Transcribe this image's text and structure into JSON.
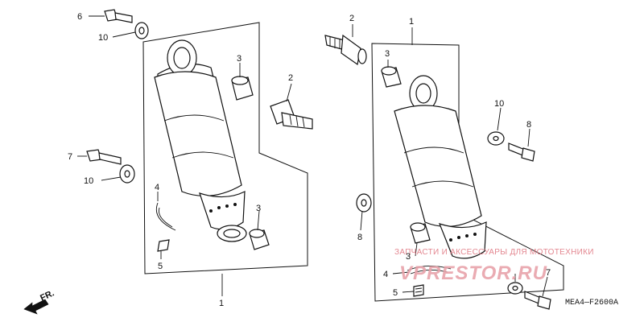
{
  "diagram": {
    "callouts": {
      "left_1": "1",
      "left_3_top": "3",
      "left_3_bottom": "3",
      "left_2": "2",
      "left_4": "4",
      "left_5": "5",
      "left_6": "6",
      "left_7": "7",
      "left_10_top": "10",
      "left_10_mid": "10",
      "right_1": "1",
      "right_2": "2",
      "right_3_top": "3",
      "right_3_bottom": "3",
      "right_4": "4",
      "right_5": "5",
      "right_7": "7",
      "right_8_upper": "8",
      "right_8_lower": "8",
      "right_10": "10"
    },
    "direction_label": "FR.",
    "diagram_code": "MEA4—F2600A",
    "watermark": {
      "tagline": "ЗАПЧАСТИ И АКСЕССУАРЫ ДЛЯ МОТОТЕХНИКИ",
      "site": "VPRESTOR.RU"
    }
  }
}
